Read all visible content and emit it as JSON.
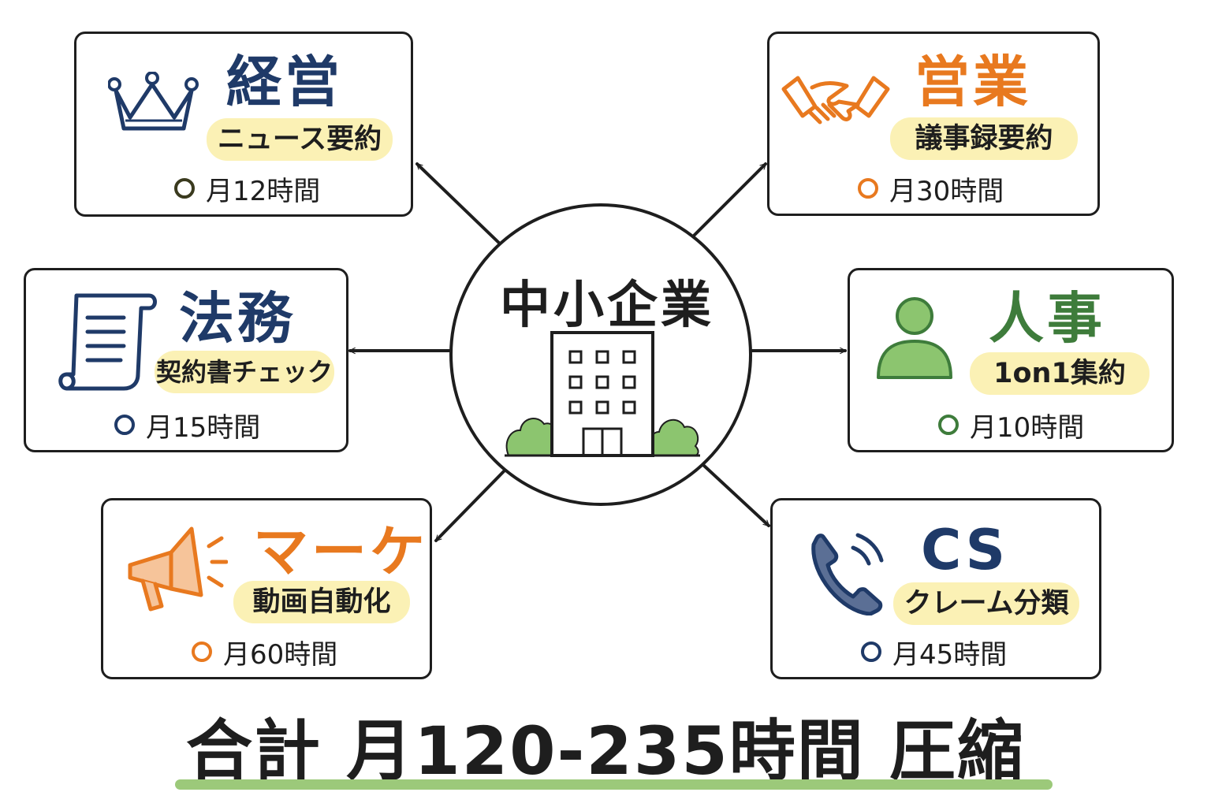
{
  "center": {
    "label": "中小企業"
  },
  "colors": {
    "navy": "#1f3a68",
    "orange": "#e8791f",
    "green": "#3e7c3b",
    "highlight": "#fbf1b5",
    "tree": "#8cc56f",
    "ink": "#1e1e1e"
  },
  "departments": [
    {
      "title": "経営",
      "task": "ニュース要約",
      "hours": "月12時間",
      "icon": "crown-icon",
      "color": "#1f3a68",
      "ring": "#3a3a1e"
    },
    {
      "title": "営業",
      "task": "議事録要約",
      "hours": "月30時間",
      "icon": "handshake-icon",
      "color": "#e8791f",
      "ring": "#e8791f"
    },
    {
      "title": "法務",
      "task": "契約書チェック",
      "hours": "月15時間",
      "icon": "scroll-icon",
      "color": "#1f3a68",
      "ring": "#1f3a68"
    },
    {
      "title": "人事",
      "task": "1on1集約",
      "hours": "月10時間",
      "icon": "person-icon",
      "color": "#3e7c3b",
      "ring": "#3e7c3b"
    },
    {
      "title": "マーケ",
      "task": "動画自動化",
      "hours": "月60時間",
      "icon": "megaphone-icon",
      "color": "#e8791f",
      "ring": "#e8791f"
    },
    {
      "title": "CS",
      "task": "クレーム分類",
      "hours": "月45時間",
      "icon": "phone-icon",
      "color": "#1f3a68",
      "ring": "#1f3a68"
    }
  ],
  "total": {
    "label": "合計 月120-235時間 圧縮"
  }
}
